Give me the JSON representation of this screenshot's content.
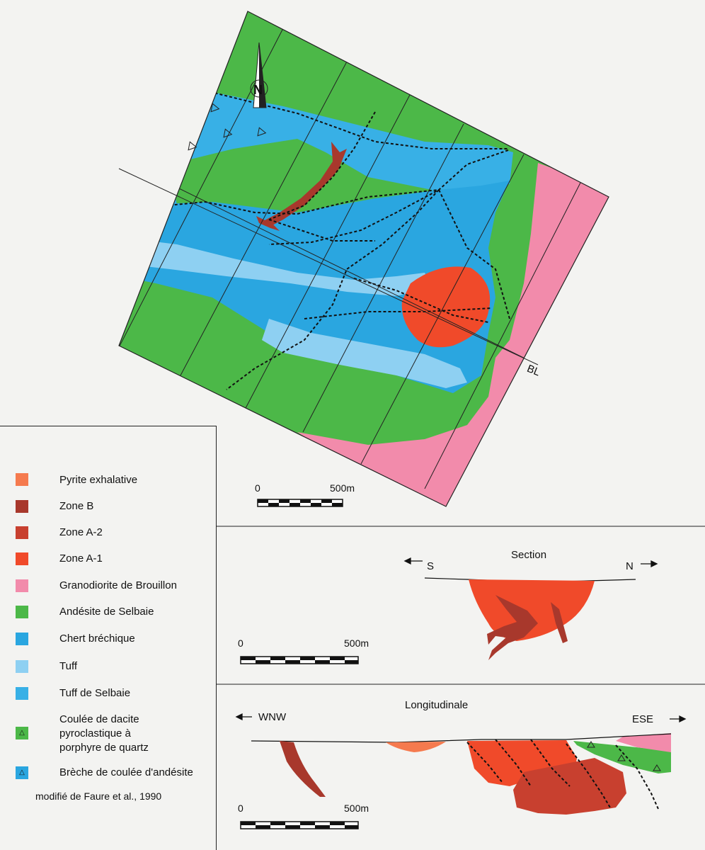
{
  "colors": {
    "pyrite": "#f57a4e",
    "zone_b": "#a8382c",
    "zone_a2": "#c8402f",
    "zone_a1": "#f04a2a",
    "granodiorite": "#f28bab",
    "andesite": "#4cb848",
    "chert": "#2aa6e0",
    "tuff": "#8ed0f2",
    "tuff_selbaie": "#38b0e6"
  },
  "map": {
    "north_label": "N",
    "baseline_label": "BL",
    "scale": {
      "start": "0",
      "end": "500m"
    }
  },
  "legend": {
    "items": [
      {
        "label": "Pyrite exhalative",
        "color_key": "pyrite",
        "icon": ""
      },
      {
        "label": "Zone B",
        "color_key": "zone_b",
        "icon": ""
      },
      {
        "label": "Zone A-2",
        "color_key": "zone_a2",
        "icon": ""
      },
      {
        "label": "Zone A-1",
        "color_key": "zone_a1",
        "icon": ""
      },
      {
        "label": "Granodiorite de Brouillon",
        "color_key": "granodiorite",
        "icon": ""
      },
      {
        "label": "Andésite de Selbaie",
        "color_key": "andesite",
        "icon": ""
      },
      {
        "label": "Chert bréchique",
        "color_key": "chert",
        "icon": ""
      },
      {
        "label": "Tuff",
        "color_key": "tuff",
        "icon": ""
      },
      {
        "label": "Tuff de Selbaie",
        "color_key": "tuff_selbaie",
        "icon": ""
      },
      {
        "label_lines": [
          "Coulée de dacite",
          "pyroclastique à",
          "porphyre de quartz"
        ],
        "color_key": "andesite",
        "icon": "triangle-icon"
      },
      {
        "label": "Brèche de coulée d'andésite",
        "color_key": "chert",
        "icon": "triangle-icon"
      }
    ],
    "credit": "modifié de Faure et al., 1990"
  },
  "section": {
    "title": "Section",
    "left_dir": "S",
    "right_dir": "N",
    "scale": {
      "start": "0",
      "end": "500m"
    }
  },
  "longitudinal": {
    "title": "Longitudinale",
    "left_dir": "WNW",
    "right_dir": "ESE",
    "scale": {
      "start": "0",
      "end": "500m"
    }
  }
}
